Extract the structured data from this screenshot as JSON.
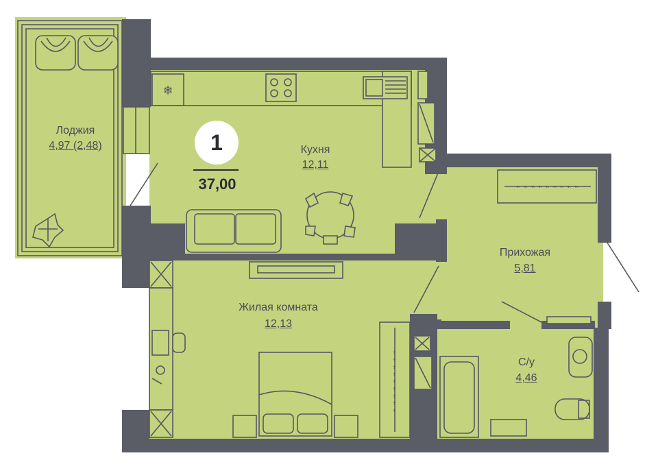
{
  "apartment": {
    "rooms_count": "1",
    "total_area": "37,00"
  },
  "rooms": [
    {
      "name": "Лоджия",
      "area": "4,97 (2,48)"
    },
    {
      "name": "Кухня",
      "area": "12,11"
    },
    {
      "name": "Прихожая",
      "area": "5,81"
    },
    {
      "name": "Жилая комната",
      "area": "12,13"
    },
    {
      "name": "С/у",
      "area": "4,46"
    }
  ],
  "colors": {
    "floor": "#c4d37e",
    "wall": "#5a5c66",
    "line": "#555760",
    "text": "#4a4c55"
  }
}
